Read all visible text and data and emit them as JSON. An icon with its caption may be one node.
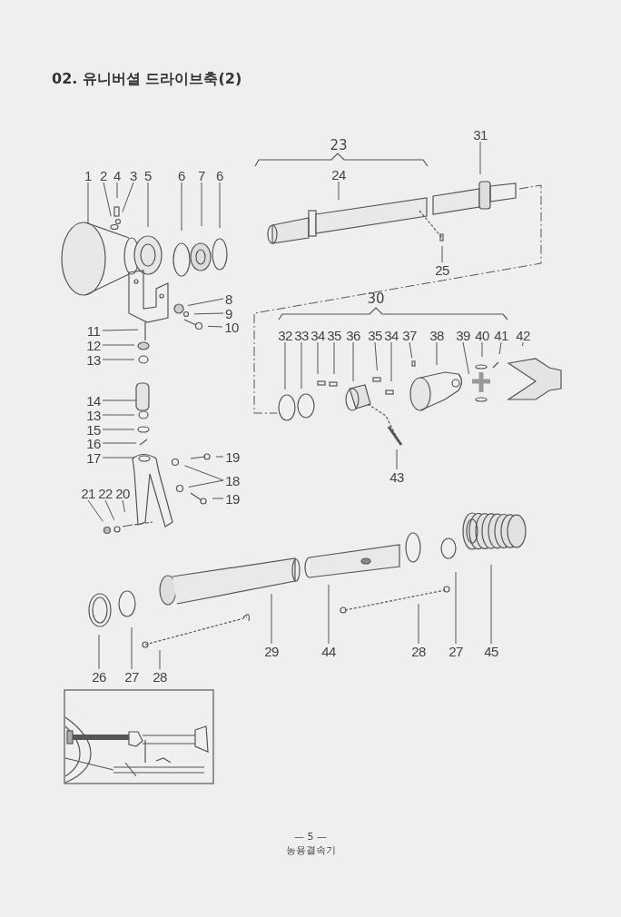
{
  "diagram": {
    "title": "02. 유니버셜 드라이브축(2)",
    "nodes": [
      {
        "text": [
          "1"
        ]
      },
      {
        "text": [
          "2"
        ]
      },
      {
        "text": [
          "4"
        ]
      },
      {
        "text": [
          "3"
        ]
      },
      {
        "text": [
          "5"
        ]
      },
      {
        "text": [
          "6"
        ]
      },
      {
        "text": [
          "7"
        ]
      },
      {
        "text": [
          "6"
        ]
      },
      {
        "text": [
          "8"
        ]
      },
      {
        "text": [
          "9"
        ]
      },
      {
        "text": [
          "10"
        ]
      },
      {
        "text": [
          "11"
        ]
      },
      {
        "text": [
          "12"
        ]
      },
      {
        "text": [
          "13"
        ]
      },
      {
        "text": [
          "14"
        ]
      },
      {
        "text": [
          "13"
        ]
      },
      {
        "text": [
          "15"
        ]
      },
      {
        "text": [
          "16"
        ]
      },
      {
        "text": [
          "17"
        ]
      },
      {
        "text": [
          "19"
        ]
      },
      {
        "text": [
          "18"
        ]
      },
      {
        "text": [
          "19"
        ]
      },
      {
        "text": [
          "21"
        ]
      },
      {
        "text": [
          "22"
        ]
      },
      {
        "text": [
          "20"
        ]
      },
      {
        "text": [
          "24"
        ]
      },
      {
        "text": [
          "25"
        ]
      },
      {
        "text": [
          "31"
        ]
      },
      {
        "text": [
          "32"
        ]
      },
      {
        "text": [
          "33"
        ]
      },
      {
        "text": [
          "34"
        ]
      },
      {
        "text": [
          "35"
        ]
      },
      {
        "text": [
          "36"
        ]
      },
      {
        "text": [
          "35"
        ]
      },
      {
        "text": [
          "34"
        ]
      },
      {
        "text": [
          "37"
        ]
      },
      {
        "text": [
          "38"
        ]
      },
      {
        "text": [
          "39"
        ]
      },
      {
        "text": [
          "40"
        ]
      },
      {
        "text": [
          "41"
        ]
      },
      {
        "text": [
          "42"
        ]
      },
      {
        "text": [
          "43"
        ]
      },
      {
        "text": [
          "29"
        ]
      },
      {
        "text": [
          "44"
        ]
      },
      {
        "text": [
          "28"
        ]
      },
      {
        "text": [
          "27"
        ]
      },
      {
        "text": [
          "45"
        ]
      },
      {
        "text": [
          "26"
        ]
      },
      {
        "text": [
          "27"
        ]
      },
      {
        "text": [
          "28"
        ]
      }
    ],
    "edges": [
      {
        "from": 0,
        "to": null,
        "arrow": "none"
      },
      {
        "from": 1,
        "to": null,
        "arrow": "none"
      },
      {
        "from": 2,
        "to": null,
        "arrow": "none"
      },
      {
        "from": 3,
        "to": null,
        "arrow": "none"
      },
      {
        "from": 4,
        "to": null,
        "arrow": "none"
      },
      {
        "from": 5,
        "to": null,
        "arrow": "none"
      },
      {
        "from": 6,
        "to": null,
        "arrow": "none"
      },
      {
        "from": 7,
        "to": null,
        "arrow": "none"
      },
      {
        "from": 8,
        "to": null,
        "arrow": "none"
      },
      {
        "from": 9,
        "to": null,
        "arrow": "none"
      },
      {
        "from": 10,
        "to": null,
        "arrow": "none"
      },
      {
        "from": 11,
        "to": null,
        "arrow": "none"
      },
      {
        "from": 12,
        "to": null,
        "arrow": "none"
      },
      {
        "from": 13,
        "to": null,
        "arrow": "none"
      },
      {
        "from": 14,
        "to": null,
        "arrow": "none"
      },
      {
        "from": 15,
        "to": null,
        "arrow": "none"
      },
      {
        "from": 16,
        "to": null,
        "arrow": "none"
      },
      {
        "from": 17,
        "to": null,
        "arrow": "none"
      },
      {
        "from": 18,
        "to": null,
        "arrow": "none"
      },
      {
        "from": 19,
        "to": null,
        "arrow": "none"
      },
      {
        "from": 20,
        "to": null,
        "arrow": "none"
      },
      {
        "from": 20,
        "to": null,
        "arrow": "none"
      },
      {
        "from": 21,
        "to": null,
        "arrow": "none"
      },
      {
        "from": 22,
        "to": null,
        "arrow": "none"
      },
      {
        "from": 23,
        "to": null,
        "arrow": "none"
      },
      {
        "from": 24,
        "to": null,
        "arrow": "none"
      },
      {
        "from": 25,
        "to": null,
        "arrow": "none"
      },
      {
        "from": 26,
        "to": null,
        "arrow": "none"
      },
      {
        "from": 27,
        "to": null,
        "arrow": "none"
      },
      {
        "from": 28,
        "to": null,
        "arrow": "none"
      },
      {
        "from": 29,
        "to": null,
        "arrow": "none"
      },
      {
        "from": 30,
        "to": null,
        "arrow": "none"
      },
      {
        "from": 31,
        "to": null,
        "arrow": "none"
      },
      {
        "from": 32,
        "to": null,
        "arrow": "none"
      },
      {
        "from": 33,
        "to": null,
        "arrow": "none"
      },
      {
        "from": 34,
        "to": null,
        "arrow": "none"
      },
      {
        "from": 35,
        "to": null,
        "arrow": "none"
      },
      {
        "from": 36,
        "to": null,
        "arrow": "none"
      },
      {
        "from": 37,
        "to": null,
        "arrow": "none"
      },
      {
        "from": 38,
        "to": null,
        "arrow": "none"
      },
      {
        "from": 39,
        "to": null,
        "arrow": "none"
      },
      {
        "from": 40,
        "to": null,
        "arrow": "none"
      },
      {
        "from": 41,
        "to": null,
        "arrow": "none"
      },
      {
        "from": 42,
        "to": null,
        "arrow": "none"
      },
      {
        "from": 43,
        "to": null,
        "arrow": "none"
      },
      {
        "from": 44,
        "to": null,
        "arrow": "none"
      },
      {
        "from": 45,
        "to": null,
        "arrow": "none"
      },
      {
        "from": 46,
        "to": null,
        "arrow": "none"
      },
      {
        "from": 47,
        "to": null,
        "arrow": "none"
      },
      {
        "from": 48,
        "to": null,
        "arrow": "none"
      },
      {
        "from": 49,
        "to": null,
        "arrow": "none"
      }
    ],
    "labels": [
      "23",
      "30",
      "— 5 —",
      "농용결속기"
    ]
  }
}
